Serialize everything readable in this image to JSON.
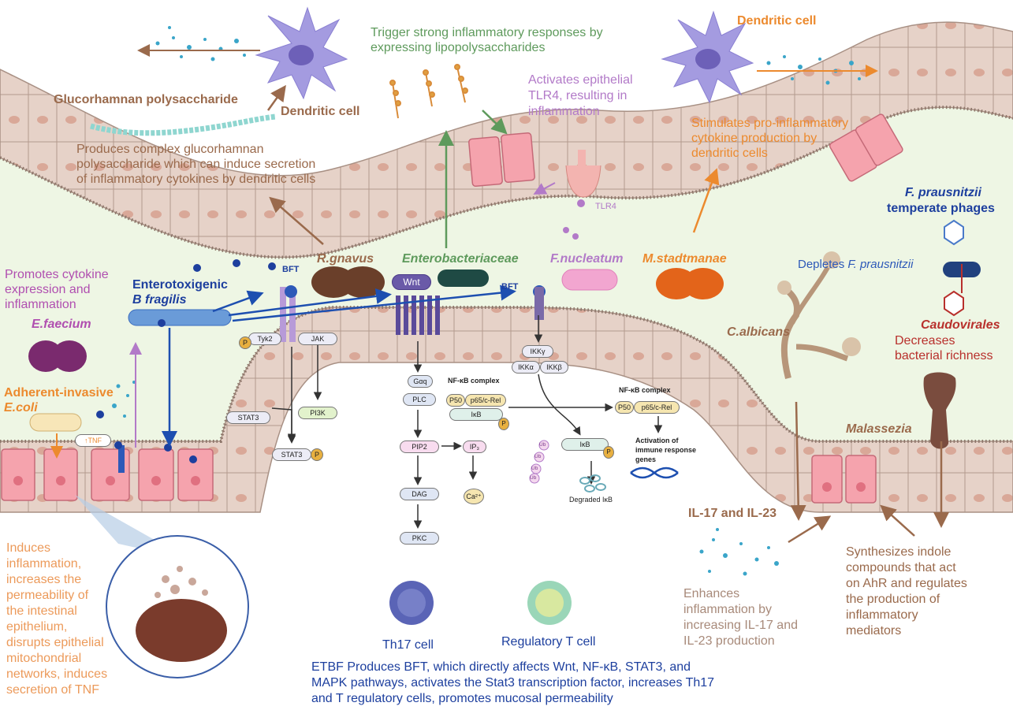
{
  "labels": {
    "glucorhamnan_title": "Glucorhamnan polysaccharide",
    "dendritic_left": "Dendritic cell",
    "dendritic_right": "Dendritic cell",
    "lps_text_1": "Trigger strong inflammatory responses by",
    "lps_text_2": "expressing lipopolysaccharides",
    "tlr4_text_1": "Activates epithelial",
    "tlr4_text_2": "TLR4, resulting in",
    "tlr4_text_3": "inflammation",
    "tlr4_label": "TLR4",
    "stim_text_1": "Stimulates pro-inflammatory",
    "stim_text_2": "cytokine production by",
    "stim_text_3": "dendritic cells",
    "gluco_text_1": "Produces complex glucorhamnan",
    "gluco_text_2": "polysaccharide which can induce secretion",
    "gluco_text_3": "of inflammatory cytokines by dendritic cells",
    "fp_phage_1": "F. prausnitzii",
    "fp_phage_2": "temperate phages",
    "depletes_prefix": "Depletes ",
    "depletes_species": "F. prausnitzii",
    "rgnavus": "R.gnavus",
    "enterobacteriaceae": "Enterobacteriaceae",
    "fnucleatum": "F.nucleatum",
    "mstadtmanae": "M.stadtmanae",
    "promotes_1": "Promotes cytokine",
    "promotes_2": "expression and",
    "promotes_3": "inflammation",
    "etbf_1": "Enterotoxigenic",
    "etbf_2": "B fragilis",
    "efaecium": "E.faecium",
    "aiec_1": "Adherent-invasive",
    "aiec_2": "E.coli",
    "calbicans": "C.albicans",
    "caudovirales": "Caudovirales",
    "caudo_text_1": "Decreases",
    "caudo_text_2": "bacterial richness",
    "malassezia": "Malassezia",
    "il17": "IL-17 and IL-23",
    "enh_1": "Enhances",
    "enh_2": "inflammation by",
    "enh_3": "increasing IL-17 and",
    "enh_4": "IL-23 production",
    "synth_1": "Synthesizes indole",
    "synth_2": "compounds that act",
    "synth_3": "on AhR and regulates",
    "synth_4": "the production of",
    "synth_5": "inflammatory",
    "synth_6": "mediators",
    "induces_1": "Induces",
    "induces_2": "inflammation,",
    "induces_3": "increases the",
    "induces_4": "permeability of",
    "induces_5": "the intestinal",
    "induces_6": "epithelium,",
    "induces_7": "disrupts epithelial",
    "induces_8": "mitochondrial",
    "induces_9": "networks, induces",
    "induces_10": "secretion of TNF",
    "th17": "Th17 cell",
    "treg": "Regulatory T cell",
    "etbf_sum_1": "ETBF Produces BFT, which directly affects Wnt, NF-κB, STAT3, and",
    "etbf_sum_2": "MAPK pathways, activates the Stat3 transcription factor, increases Th17",
    "etbf_sum_3": "and T regulatory cells, promotes mucosal permeability"
  },
  "pathway": {
    "bft_left": "BFT",
    "bft_right": "BFT",
    "wnt": "Wnt",
    "tyk2": "Tyk2",
    "jak": "JAK",
    "p": "P",
    "stat3_a": "STAT3",
    "stat3_b": "STAT3",
    "pi3k": "PI3K",
    "tnf": "↑TNF",
    "gaq": "Gαq",
    "plc": "PLC",
    "pip2": "PIP2",
    "ip3": "IP₃",
    "dag": "DAG",
    "ca": "Ca²⁺",
    "pkc": "PKC",
    "ikkg": "IKKγ",
    "ikka": "IKKα",
    "ikkb": "IKKβ",
    "nfkb_title_1": "NF-κB complex",
    "nfkb_title_2": "NF-κB complex",
    "p50_a": "P50",
    "p65_a": "p65/c-Rel",
    "ikb_a": "IκB",
    "p50_b": "P50",
    "p65_b": "p65/c-Rel",
    "ikb_b": "IκB",
    "ub": "Ub",
    "degraded": "Degraded IκB",
    "activation_1": "Activation of",
    "activation_2": "immune response",
    "activation_3": "genes"
  },
  "colors": {
    "tissue": "#eaddd5",
    "cell_fill": "#e6d2c8",
    "nucleus": "#d9a898",
    "pink_cell": "#f5a3ad",
    "lumen_green": "#eef6e4",
    "brown_text": "#9a6a4c",
    "green_text": "#5e9a5c",
    "violet_text": "#b27ac8",
    "orange_text": "#ec8a2e",
    "blue_text": "#2d59b8",
    "red_text": "#b8302c"
  }
}
